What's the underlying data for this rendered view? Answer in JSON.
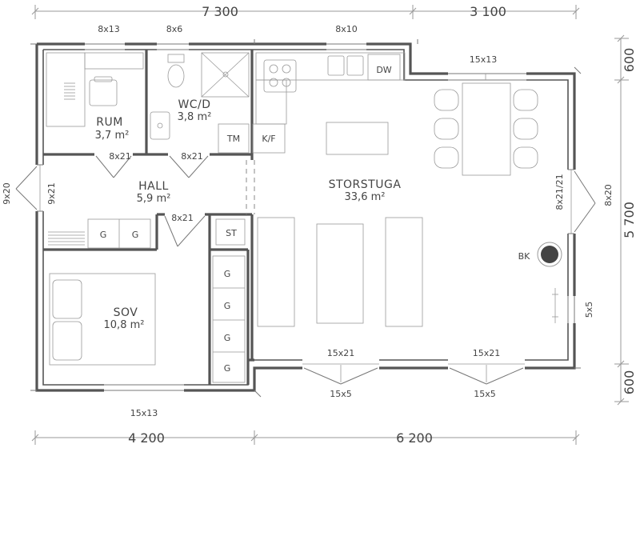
{
  "rooms": {
    "rum": {
      "name": "RUM",
      "area": "3,7 m²"
    },
    "wcd": {
      "name": "WC/D",
      "area": "3,8 m²"
    },
    "hall": {
      "name": "HALL",
      "area": "5,9 m²"
    },
    "sov": {
      "name": "SOV",
      "area": "10,8 m²"
    },
    "storstuga": {
      "name": "STORSTUGA",
      "area": "33,6 m²"
    }
  },
  "fixtures": {
    "tm": "TM",
    "kf": "K/F",
    "st": "ST",
    "dw": "DW",
    "bk": "BK",
    "g": "G"
  },
  "openings": {
    "rum_window": "8x13",
    "wc_window": "8x6",
    "kitchen_window": "8x10",
    "dining_window": "15x13",
    "rum_door": "8x21",
    "wc_door": "8x21",
    "sov_door": "8x21",
    "entry_door_inner": "9x21",
    "entry_door_outer": "9x20",
    "right_door_inner": "8x21/21",
    "right_door_outer": "8x20",
    "right_window": "5x5",
    "sov_window": "15x13",
    "terrace_door_left": "15x21",
    "terrace_door_right": "15x21",
    "terrace_window_left": "15x5",
    "terrace_window_right": "15x5"
  },
  "dimensions": {
    "top_left": "7 300",
    "top_right": "3 100",
    "bottom_left": "4 200",
    "bottom_right": "6 200",
    "right_top": "600",
    "right_middle": "5 700",
    "right_bottom": "600"
  }
}
